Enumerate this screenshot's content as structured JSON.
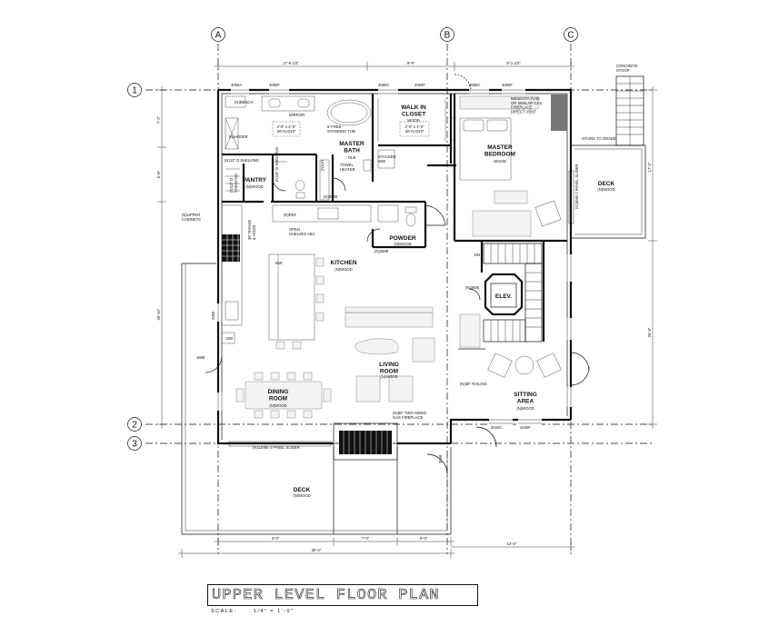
{
  "sheet": {
    "title": "UPPER LEVEL FLOOR PLAN",
    "scale_label": "SCALE:",
    "scale_value": "1/4\" = 1'-0\""
  },
  "grid": {
    "a": "A",
    "b": "B",
    "c": "C",
    "r1": "1",
    "r2": "2",
    "r3": "3"
  },
  "dimensions": {
    "top_ab": "17'-8 1/2\"",
    "top_bmid": "9'-9\"",
    "top_bc": "8'-1 1/2\"",
    "right_upper": "17'-2\"",
    "right_lower": "26'-9\"",
    "left_upper": "7'-2\"",
    "left_mid": "6'-8\"",
    "left_lower": "26'-10\"",
    "bottom_1": "3'-0\"",
    "bottom_2": "7'-0\"",
    "bottom_3": "9'-0\"",
    "bottom_total": "30'-0\"",
    "bottom_right": "14'-0\""
  },
  "rooms": {
    "walk_in_closet": {
      "name": "WALK IN\nCLOSET",
      "finish": "WOOD"
    },
    "master_bath": {
      "name": "MASTER\nBATH",
      "finish": "TILE"
    },
    "master_bedroom": {
      "name": "MASTER\nBEDROOM",
      "finish": "WOOD"
    },
    "pantry": {
      "name": "PANTRY",
      "finish": "(N)WOOD"
    },
    "kitchen": {
      "name": "KITCHEN",
      "finish": "(N)WOOD"
    },
    "powder": {
      "name": "POWDER",
      "finish": "(N)WOOD"
    },
    "elevator": {
      "name": "ELEV."
    },
    "living_room": {
      "name": "LIVING\nROOM",
      "finish": "(N)WOOD"
    },
    "dining_room": {
      "name": "DINING\nROOM",
      "finish": "(N)WOOD"
    },
    "sitting_area": {
      "name": "SITTING\nAREA",
      "finish": "(N)WOOD"
    },
    "deck_right": {
      "name": "DECK",
      "finish": "(N)WOOD"
    },
    "deck_bottom": {
      "name": "DECK",
      "finish": "(N)WOOD"
    }
  },
  "notes": {
    "bench": "(N)BENCH",
    "mirror": "MIRROR",
    "hoser": "(N)HOSER",
    "skylight_1": "2'-0\" x 4'-0\"\nSKYLIGHT",
    "skylight_2": "2'-0\" x 4'-0\"\nSKYLIGHT",
    "tub": "5' FREE-\nSTANDING TUB",
    "towel_heater": "TOWEL\nHEATER",
    "stacked_wd": "STACKED\nW/D",
    "fireplace_master": "MENDOTA FV46\nOR SIMILAR GAS\nFIREPLACE\nDIRECT VENT",
    "concrete_stoop": "CONCRETE\nSTOOP",
    "stairs_to_grade": "STAIRS TO GRADE",
    "panel_slider_right": "(N)3060 2 PANEL SLIDER",
    "shelving_top": "(N)12\" D SHELVING",
    "shelving_side": "(N)12\" D\nSHELVING",
    "shelving_mid": "(N)16\" D SHELVING",
    "upper_cabinets": "(N)UPPER\nCABINETS",
    "fridge": "(N)REF",
    "open_shelves": "OPEN\nSHELVES ABV.",
    "door_powder": "(N)2668",
    "door_pantry": "(N)2668",
    "door_elev": "(N)2668",
    "linen": "(N)LIN",
    "fireplace_living": "(N)60\" TWO-SIDED\nGAS FIREPLACE",
    "railing": "(N)36\" RAILING",
    "panel_slider_bottom": "(N)12068 4 PANEL SLIDER",
    "dw": "DW",
    "hood": "36\" RANGE\n& HOOD",
    "dn": "DN",
    "mw": "MW",
    "door_3656": "3656",
    "door_3068": "3068",
    "window_3050a": "3050A",
    "window_4050": "4050F",
    "window_3050c": "3050C",
    "window_4050b": "4050F",
    "window_3050d": "3050C",
    "window_4050c": "4050F",
    "window_2050": "2050",
    "window_3040": "3040C",
    "window_4040": "4040F"
  }
}
